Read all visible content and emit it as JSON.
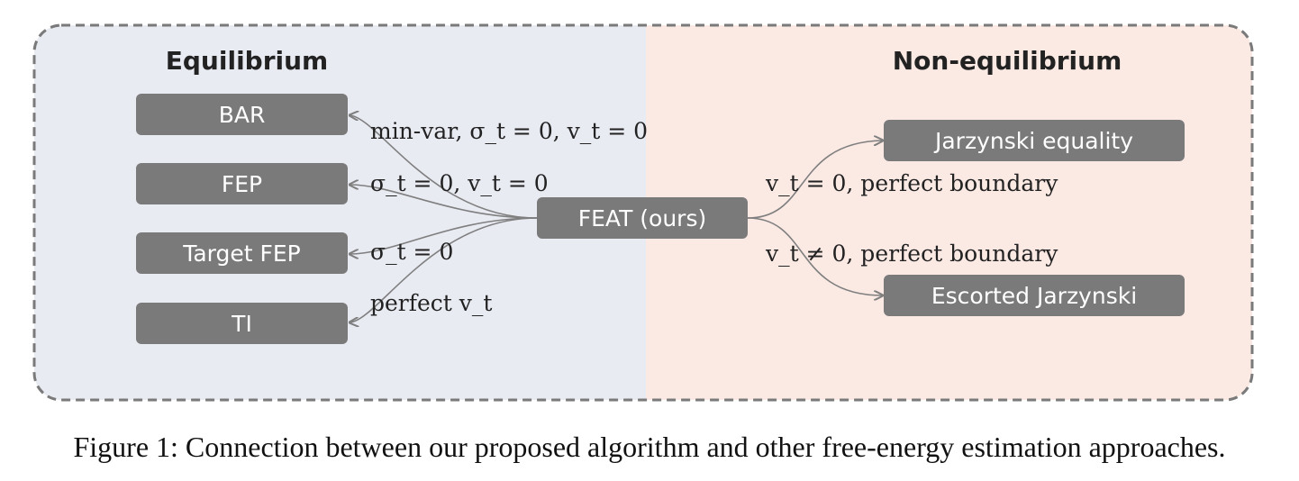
{
  "headings": {
    "equilibrium": "Equilibrium",
    "non_equilibrium": "Non-equilibrium"
  },
  "nodes": {
    "bar": "BAR",
    "fep": "FEP",
    "target_fep": "Target FEP",
    "ti": "TI",
    "feat": "FEAT (ours)",
    "jarzynski": "Jarzynski equality",
    "escorted": "Escorted Jarzynski"
  },
  "edge_labels": {
    "bar": "min-var, σ_t = 0, v_t = 0",
    "fep": "σ_t = 0, v_t = 0",
    "target_fep": "σ_t = 0",
    "ti": "perfect v_t",
    "jarzynski": "v_t = 0, perfect boundary",
    "escorted": "v_t ≠ 0, perfect boundary"
  },
  "caption": "Figure 1: Connection between our proposed algorithm and other free-energy estimation approaches.",
  "colors": {
    "left_panel": "#e9ebf3",
    "right_panel": "#fbe9e4",
    "node": "#7a7a7a",
    "border": "#7a7a7a"
  }
}
